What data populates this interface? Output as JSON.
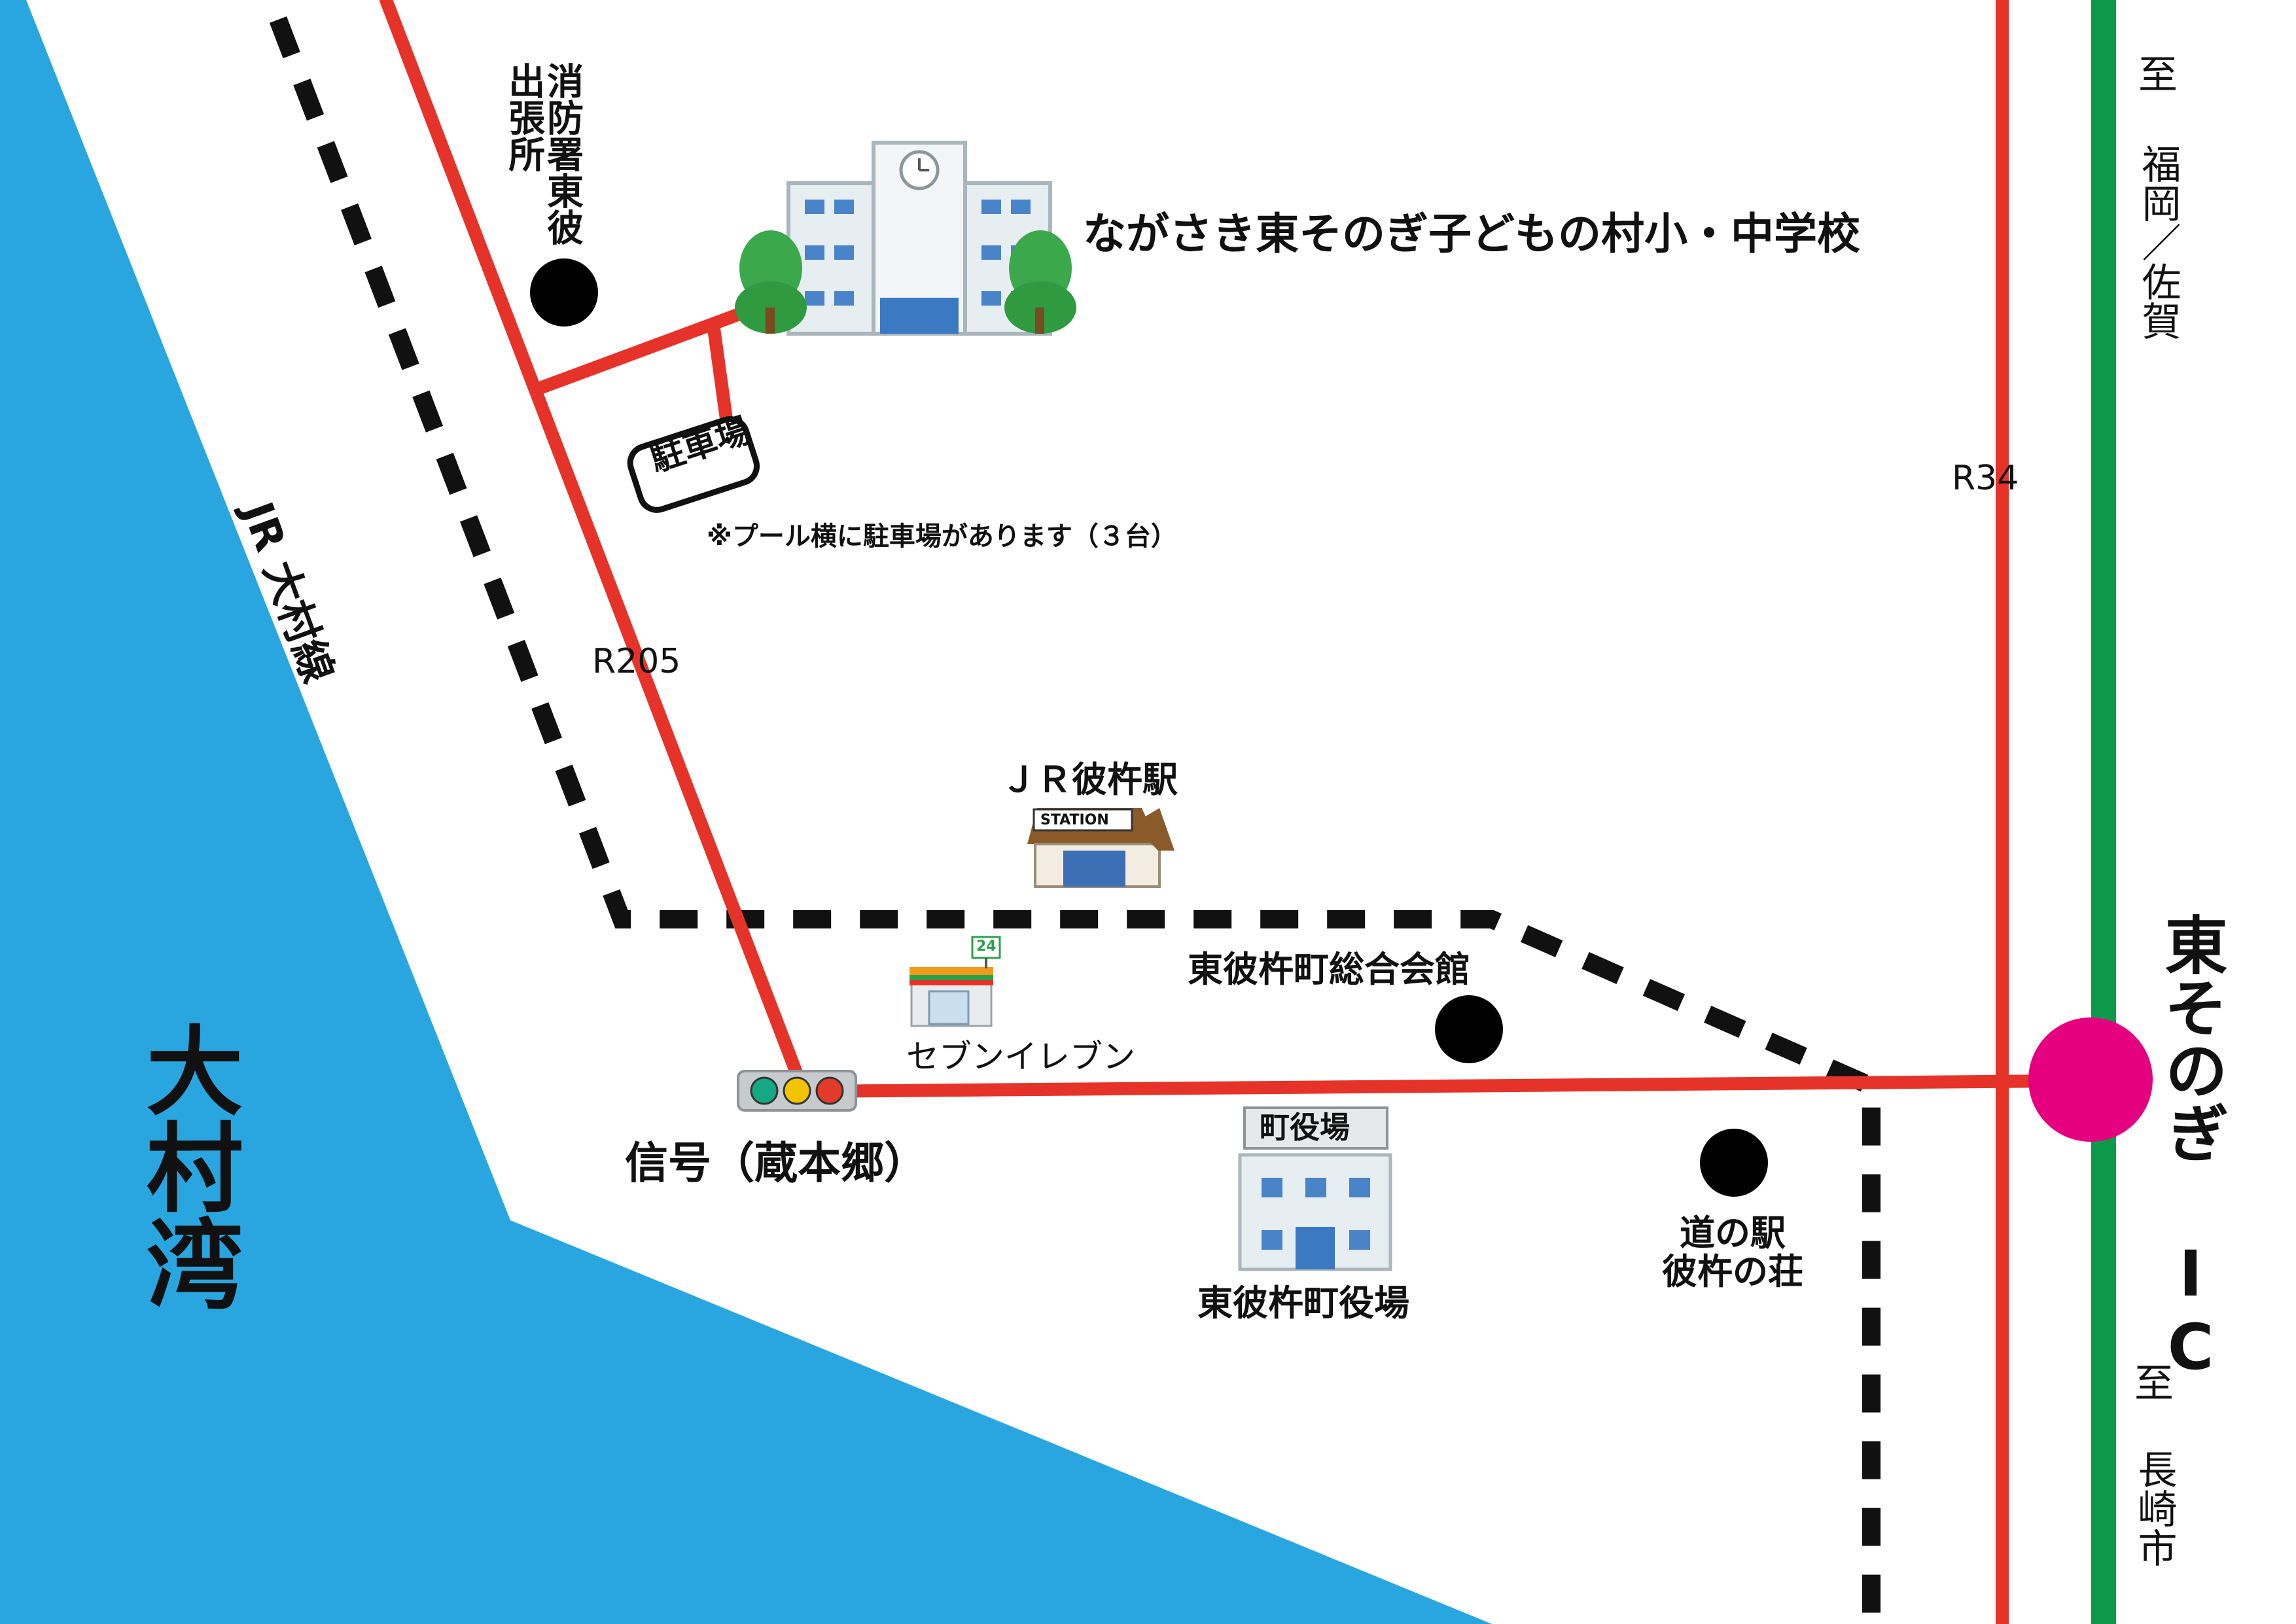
{
  "colors": {
    "sea": "#29a6e0",
    "road": "#e6332a",
    "expressway": "#0c9a4a",
    "railway": "#111111",
    "interchange": "#e4007f",
    "background": "#ffffff",
    "landmark_dot": "#000000"
  },
  "sea": {
    "label": "大村湾"
  },
  "railway": {
    "label": "JR 大村線"
  },
  "roads": {
    "r205": "R205",
    "r34": "R34"
  },
  "expressway": {
    "north_label": "至",
    "north_destination": "福岡／佐賀",
    "south_label": "至",
    "south_destination": "長崎市",
    "interchange": "東そのぎ IC"
  },
  "places": {
    "fire_station": "消防署東彼出張所",
    "school": "ながさき東そのぎ子どもの村小・中学校",
    "parking": "駐車場",
    "parking_note": "※プール横に駐車場があります（３台）",
    "station": "ＪＲ彼杵駅",
    "station_sign": "STATION",
    "community_hall": "東彼杵町総合会館",
    "convenience_store": "セブンイレブン",
    "store_badge": "24",
    "signal": "信号（蔵本郷）",
    "town_hall_sign": "町役場",
    "town_hall": "東彼杵町役場",
    "roadside_station": "道の駅\n彼杵の荘"
  },
  "icons": [
    "school-building-icon",
    "station-building-icon",
    "convenience-store-icon",
    "traffic-signal-icon",
    "town-hall-building-icon",
    "landmark-dot-icon",
    "interchange-icon"
  ]
}
